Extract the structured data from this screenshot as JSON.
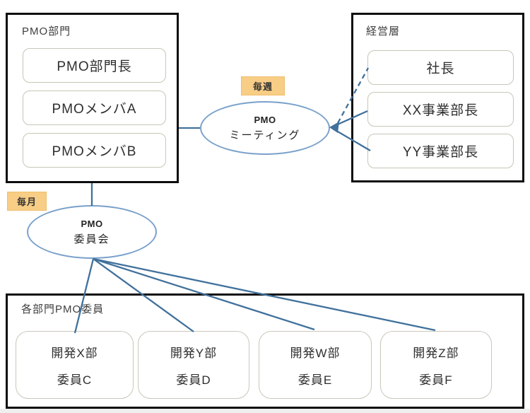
{
  "colors": {
    "line": "#41719c",
    "ellipse_border": "#7aa1ca",
    "badge_bg": "#f8cd85",
    "group_border": "#0d0d0d",
    "item_border": "#c6c6b8"
  },
  "pmo_dept": {
    "title": "PMO部門",
    "items": [
      "PMO部門長",
      "PMOメンバA",
      "PMOメンバB"
    ]
  },
  "management": {
    "title": "経営層",
    "items": [
      "社長",
      "XX事業部長",
      "YY事業部長"
    ]
  },
  "meeting": {
    "badge": "毎週",
    "line1": "PMO",
    "line2": "ミーティング"
  },
  "committee": {
    "badge": "毎月",
    "line1": "PMO",
    "line2": "委員会"
  },
  "departments": {
    "title": "各部門PMO委員",
    "items": [
      {
        "line1": "開発X部",
        "line2": "委員C"
      },
      {
        "line1": "開発Y部",
        "line2": "委員D"
      },
      {
        "line1": "開発W部",
        "line2": "委員E"
      },
      {
        "line1": "開発Z部",
        "line2": "委員F"
      }
    ]
  }
}
